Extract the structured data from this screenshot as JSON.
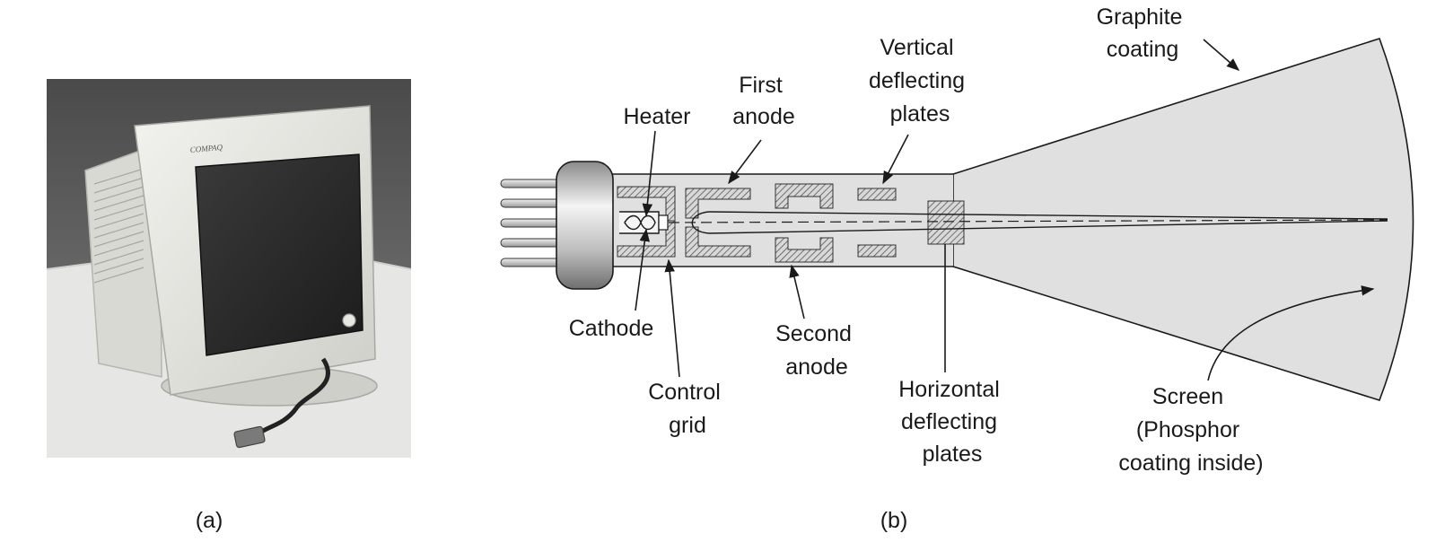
{
  "panel_a": {
    "caption": "(a)",
    "brand": "COMPAQ"
  },
  "panel_b": {
    "caption": "(b)",
    "labels": {
      "heater": "Heater",
      "first_anode": [
        "First",
        "anode"
      ],
      "vertical_plates": [
        "Vertical",
        "deflecting",
        "plates"
      ],
      "graphite": [
        "Graphite",
        "coating"
      ],
      "cathode": "Cathode",
      "control_grid": [
        "Control",
        "grid"
      ],
      "second_anode": [
        "Second",
        "anode"
      ],
      "horizontal_plates": [
        "Horizontal",
        "deflecting",
        "plates"
      ],
      "screen": [
        "Screen",
        "(Phosphor",
        "coating inside)"
      ]
    }
  }
}
